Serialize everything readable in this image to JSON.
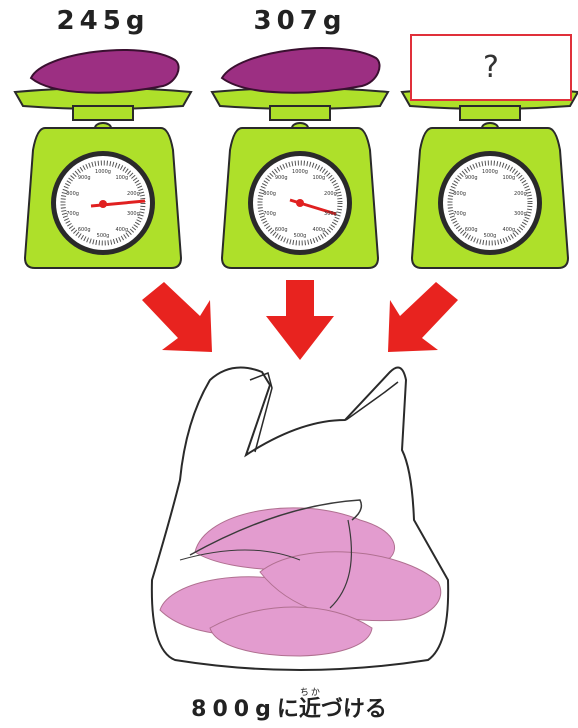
{
  "scales": [
    {
      "weight_label": "245g"
    },
    {
      "weight_label": "307g"
    },
    {
      "weight_label": "?"
    }
  ],
  "dial_labels": [
    "1000g",
    "100g",
    "200g",
    "300g",
    "400g",
    "500g",
    "600g",
    "700g",
    "800g",
    "900g"
  ],
  "caption": {
    "amount": "800g",
    "particle": "に",
    "kanji": "近",
    "kanji_reading": "ちか",
    "rest": "づける"
  },
  "colors": {
    "scale_green": "#aee02a",
    "potato_skin": "#9c2f82",
    "potato_in_bag": "#e39ccf",
    "arrow_red": "#e8231f"
  }
}
